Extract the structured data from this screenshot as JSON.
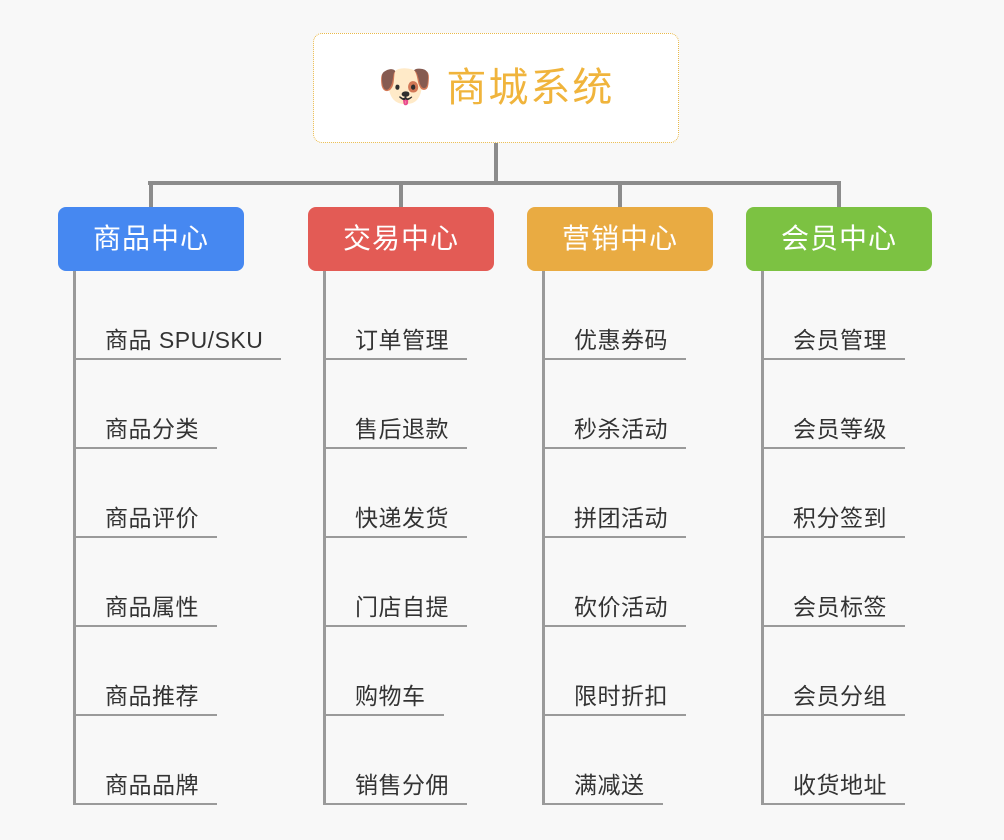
{
  "page": {
    "background_color": "#f8f8f8",
    "connector_color": "#8c8c8c",
    "leaf_line_color": "#9a9a9a",
    "leaf_text_color": "#333333"
  },
  "root": {
    "icon": "shiba-dog-face-emoji",
    "icon_glyph": "🐶",
    "title": "商城系统",
    "title_color": "#f0b43c",
    "border_color": "#e9b949",
    "border_style": "dotted",
    "background_color": "#ffffff"
  },
  "columns": [
    {
      "id": "product-center",
      "header": "商品中心",
      "color": "#4688f1",
      "items": [
        "商品 SPU/SKU",
        "商品分类",
        "商品评价",
        "商品属性",
        "商品推荐",
        "商品品牌"
      ]
    },
    {
      "id": "trade-center",
      "header": "交易中心",
      "color": "#e35b55",
      "items": [
        "订单管理",
        "售后退款",
        "快递发货",
        "门店自提",
        "购物车",
        "销售分佣"
      ]
    },
    {
      "id": "marketing-center",
      "header": "营销中心",
      "color": "#e9ab42",
      "items": [
        "优惠券码",
        "秒杀活动",
        "拼团活动",
        "砍价活动",
        "限时折扣",
        "满减送"
      ]
    },
    {
      "id": "member-center",
      "header": "会员中心",
      "color": "#7cc242",
      "items": [
        "会员管理",
        "会员等级",
        "积分签到",
        "会员标签",
        "会员分组",
        "收货地址"
      ]
    }
  ]
}
